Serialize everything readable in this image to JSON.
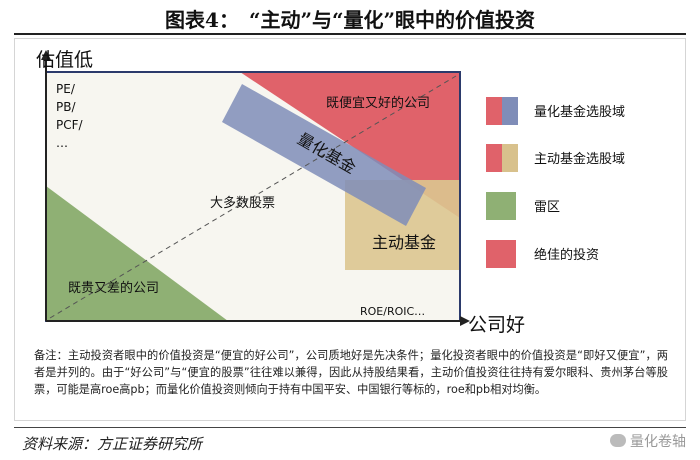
{
  "title": "图表4：　“主动”与“量化”眼中的价值投资",
  "axes": {
    "y_label": "估值低",
    "x_label": "公司好",
    "y_metrics": [
      "PE/",
      "PB/",
      "PCF/",
      "…"
    ],
    "x_metrics": "ROE/ROIC…"
  },
  "regions": {
    "good_cheap": "既便宜又好的公司",
    "quant": "量化基金",
    "majority": "大多数股票",
    "active": "主动基金",
    "bad_expensive": "既贵又差的公司"
  },
  "legend": [
    {
      "label": "量化基金选股域",
      "colors": [
        "#e0626a",
        "#7f8db8"
      ]
    },
    {
      "label": "主动基金选股域",
      "colors": [
        "#e0626a",
        "#d8c18c"
      ]
    },
    {
      "label": "雷区",
      "colors": [
        "#8fb074"
      ]
    },
    {
      "label": "绝佳的投资",
      "colors": [
        "#e0626a"
      ]
    }
  ],
  "note": "备注：主动投资者眼中的价值投资是“便宜的好公司”，公司质地好是先决条件；量化投资者眼中的价值投资是“即好又便宜”，两者是并列的。由于“好公司”与“便宜的股票”往往难以兼得，因此从持股结果看，主动价值投资往往持有爱尔眼科、贵州茅台等股票，可能是高roe高pb；而量化价值投资则倾向于持有中国平安、中国银行等标的，roe和pb相对均衡。",
  "source": "资料来源：方正证券研究所",
  "watermark": "量化卷轴"
}
